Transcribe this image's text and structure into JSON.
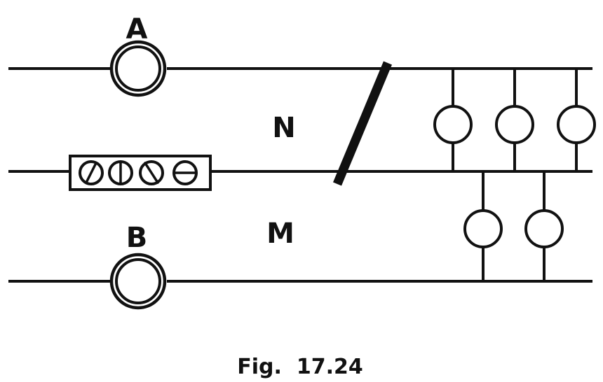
{
  "labels": {
    "meter_top": "A",
    "meter_bottom": "B",
    "region_upper": "N",
    "region_lower": "M"
  },
  "caption": "Fig.  17.24",
  "colors": {
    "ink": "#111111",
    "background": "#ffffff"
  }
}
